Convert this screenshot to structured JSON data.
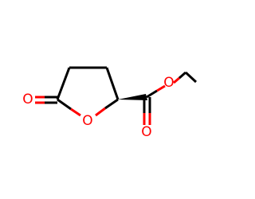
{
  "molecule": {
    "atoms": {
      "ring_oxygen": "O",
      "carbonyl_oxygen_ring": "O",
      "carbonyl_oxygen_ester": "O",
      "ester_oxygen": "O"
    },
    "colors": {
      "bond": "#000000",
      "oxygen": "#ff0000",
      "background": "#ffffff"
    }
  }
}
